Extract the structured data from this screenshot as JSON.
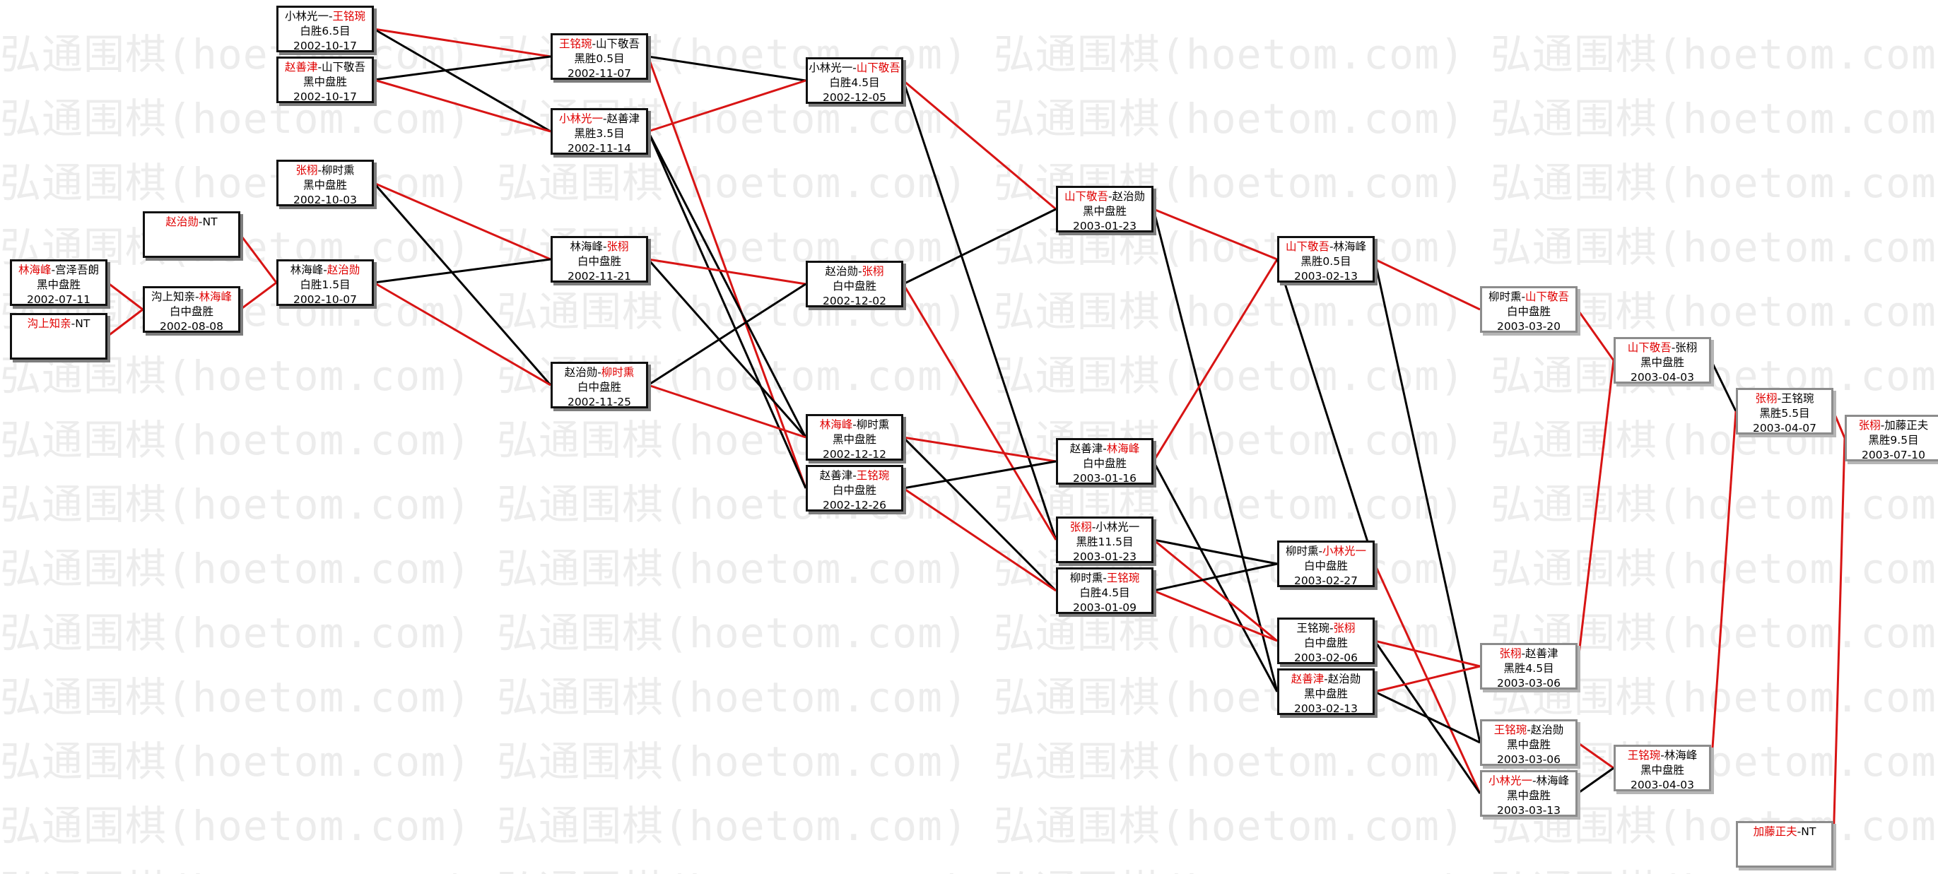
{
  "watermark": "弘通围棋(hoetom.com)",
  "colors": {
    "winner": "#e00000",
    "loser": "#000000",
    "red_line": "#d81414",
    "black_line": "#000000"
  },
  "nodes": [
    {
      "id": "n1",
      "style": "black",
      "p1": "林海峰",
      "p2": "宫泽吾朗",
      "winner": 1,
      "result": "黑中盘胜",
      "date": "2002-07-11"
    },
    {
      "id": "n2",
      "style": "black",
      "p1": "沟上知亲",
      "p2": "NT",
      "winner": 1,
      "result": "",
      "date": ""
    },
    {
      "id": "n3",
      "style": "black",
      "p1": "赵治勋",
      "p2": "NT",
      "winner": 1,
      "result": "",
      "date": ""
    },
    {
      "id": "n4",
      "style": "black",
      "p1": "沟上知亲",
      "p2": "林海峰",
      "winner": 2,
      "result": "白中盘胜",
      "date": "2002-08-08"
    },
    {
      "id": "n5",
      "style": "black",
      "p1": "小林光一",
      "p2": "王铭琬",
      "winner": 2,
      "result": "白胜6.5目",
      "date": "2002-10-17"
    },
    {
      "id": "n6",
      "style": "black",
      "p1": "赵善津",
      "p2": "山下敬吾",
      "winner": 1,
      "result": "黑中盘胜",
      "date": "2002-10-17"
    },
    {
      "id": "n7",
      "style": "black",
      "p1": "张栩",
      "p2": "柳时熏",
      "winner": 1,
      "result": "黑中盘胜",
      "date": "2002-10-03"
    },
    {
      "id": "n8",
      "style": "black",
      "p1": "林海峰",
      "p2": "赵治勋",
      "winner": 2,
      "result": "白胜1.5目",
      "date": "2002-10-07"
    },
    {
      "id": "n9",
      "style": "black",
      "p1": "王铭琬",
      "p2": "山下敬吾",
      "winner": 1,
      "result": "黑胜0.5目",
      "date": "2002-11-07"
    },
    {
      "id": "n10",
      "style": "black",
      "p1": "小林光一",
      "p2": "赵善津",
      "winner": 1,
      "result": "黑胜3.5目",
      "date": "2002-11-14"
    },
    {
      "id": "n11",
      "style": "black",
      "p1": "林海峰",
      "p2": "张栩",
      "winner": 2,
      "result": "白中盘胜",
      "date": "2002-11-21"
    },
    {
      "id": "n12",
      "style": "black",
      "p1": "赵治勋",
      "p2": "柳时熏",
      "winner": 2,
      "result": "白中盘胜",
      "date": "2002-11-25"
    },
    {
      "id": "n13",
      "style": "black",
      "p1": "小林光一",
      "p2": "山下敬吾",
      "winner": 2,
      "result": "白胜4.5目",
      "date": "2002-12-05"
    },
    {
      "id": "n14",
      "style": "black",
      "p1": "赵治勋",
      "p2": "张栩",
      "winner": 2,
      "result": "白中盘胜",
      "date": "2002-12-02"
    },
    {
      "id": "n15",
      "style": "black",
      "p1": "林海峰",
      "p2": "柳时熏",
      "winner": 1,
      "result": "黑中盘胜",
      "date": "2002-12-12"
    },
    {
      "id": "n16",
      "style": "black",
      "p1": "赵善津",
      "p2": "王铭琬",
      "winner": 2,
      "result": "白中盘胜",
      "date": "2002-12-26"
    },
    {
      "id": "n17",
      "style": "black",
      "p1": "山下敬吾",
      "p2": "赵治勋",
      "winner": 1,
      "result": "黑中盘胜",
      "date": "2003-01-23"
    },
    {
      "id": "n18",
      "style": "black",
      "p1": "赵善津",
      "p2": "林海峰",
      "winner": 2,
      "result": "白中盘胜",
      "date": "2003-01-16"
    },
    {
      "id": "n19",
      "style": "black",
      "p1": "张栩",
      "p2": "小林光一",
      "winner": 1,
      "result": "黑胜11.5目",
      "date": "2003-01-23"
    },
    {
      "id": "n20",
      "style": "black",
      "p1": "柳时熏",
      "p2": "王铭琬",
      "winner": 2,
      "result": "白胜4.5目",
      "date": "2003-01-09"
    },
    {
      "id": "n21",
      "style": "black",
      "p1": "山下敬吾",
      "p2": "林海峰",
      "winner": 1,
      "result": "黑胜0.5目",
      "date": "2003-02-13"
    },
    {
      "id": "n22",
      "style": "black",
      "p1": "柳时熏",
      "p2": "小林光一",
      "winner": 2,
      "result": "白中盘胜",
      "date": "2003-02-27"
    },
    {
      "id": "n23",
      "style": "black",
      "p1": "王铭琬",
      "p2": "张栩",
      "winner": 2,
      "result": "白中盘胜",
      "date": "2003-02-06"
    },
    {
      "id": "n24",
      "style": "black",
      "p1": "赵善津",
      "p2": "赵治勋",
      "winner": 1,
      "result": "黑中盘胜",
      "date": "2003-02-13"
    },
    {
      "id": "n25",
      "style": "grey",
      "p1": "柳时熏",
      "p2": "山下敬吾",
      "winner": 2,
      "result": "白中盘胜",
      "date": "2003-03-20"
    },
    {
      "id": "n26",
      "style": "grey",
      "p1": "张栩",
      "p2": "赵善津",
      "winner": 1,
      "result": "黑胜4.5目",
      "date": "2003-03-06"
    },
    {
      "id": "n27",
      "style": "grey",
      "p1": "王铭琬",
      "p2": "赵治勋",
      "winner": 1,
      "result": "黑中盘胜",
      "date": "2003-03-06"
    },
    {
      "id": "n28",
      "style": "grey",
      "p1": "小林光一",
      "p2": "林海峰",
      "winner": 1,
      "result": "黑中盘胜",
      "date": "2003-03-13"
    },
    {
      "id": "n29",
      "style": "grey",
      "p1": "山下敬吾",
      "p2": "张栩",
      "winner": 1,
      "result": "黑中盘胜",
      "date": "2003-04-03"
    },
    {
      "id": "n30",
      "style": "grey",
      "p1": "王铭琬",
      "p2": "林海峰",
      "winner": 1,
      "result": "黑中盘胜",
      "date": "2003-04-03"
    },
    {
      "id": "n31",
      "style": "grey",
      "p1": "张栩",
      "p2": "王铭琬",
      "winner": 1,
      "result": "黑胜5.5目",
      "date": "2003-04-07"
    },
    {
      "id": "n32",
      "style": "grey",
      "p1": "加藤正夫",
      "p2": "NT",
      "winner": 1,
      "result": "",
      "date": ""
    },
    {
      "id": "n33",
      "style": "grey",
      "p1": "张栩",
      "p2": "加藤正夫",
      "winner": 1,
      "result": "黑胜9.5目",
      "date": "2003-07-10"
    }
  ],
  "edges": [
    {
      "from": "n1",
      "to": "n4",
      "color": "red"
    },
    {
      "from": "n2",
      "to": "n4",
      "color": "red"
    },
    {
      "from": "n4",
      "to": "n8",
      "color": "red"
    },
    {
      "from": "n3",
      "to": "n8",
      "color": "red"
    },
    {
      "from": "n5",
      "to": "n9",
      "color": "red"
    },
    {
      "from": "n5",
      "to": "n10",
      "color": "black"
    },
    {
      "from": "n6",
      "to": "n9",
      "color": "black"
    },
    {
      "from": "n6",
      "to": "n10",
      "color": "red"
    },
    {
      "from": "n7",
      "to": "n11",
      "color": "red"
    },
    {
      "from": "n7",
      "to": "n12",
      "color": "black"
    },
    {
      "from": "n8",
      "to": "n11",
      "color": "black"
    },
    {
      "from": "n8",
      "to": "n12",
      "color": "red"
    },
    {
      "from": "n9",
      "to": "n13",
      "color": "black"
    },
    {
      "from": "n10",
      "to": "n13",
      "color": "red"
    },
    {
      "from": "n9",
      "to": "n16",
      "color": "red"
    },
    {
      "from": "n10",
      "to": "n15",
      "color": "black"
    },
    {
      "from": "n10",
      "to": "n16",
      "color": "black"
    },
    {
      "from": "n11",
      "to": "n14",
      "color": "red"
    },
    {
      "from": "n11",
      "to": "n15",
      "color": "black"
    },
    {
      "from": "n12",
      "to": "n14",
      "color": "black"
    },
    {
      "from": "n12",
      "to": "n15",
      "color": "red"
    },
    {
      "from": "n13",
      "to": "n17",
      "color": "red"
    },
    {
      "from": "n13",
      "to": "n19",
      "color": "black"
    },
    {
      "from": "n14",
      "to": "n17",
      "color": "black"
    },
    {
      "from": "n14",
      "to": "n19",
      "color": "red"
    },
    {
      "from": "n15",
      "to": "n18",
      "color": "red"
    },
    {
      "from": "n15",
      "to": "n20",
      "color": "black"
    },
    {
      "from": "n16",
      "to": "n18",
      "color": "black"
    },
    {
      "from": "n16",
      "to": "n20",
      "color": "red"
    },
    {
      "from": "n17",
      "to": "n21",
      "color": "red"
    },
    {
      "from": "n17",
      "to": "n24",
      "color": "black"
    },
    {
      "from": "n18",
      "to": "n21",
      "color": "red"
    },
    {
      "from": "n18",
      "to": "n24",
      "color": "black"
    },
    {
      "from": "n19",
      "to": "n22",
      "color": "black"
    },
    {
      "from": "n19",
      "to": "n23",
      "color": "red"
    },
    {
      "from": "n20",
      "to": "n22",
      "color": "black"
    },
    {
      "from": "n20",
      "to": "n23",
      "color": "red"
    },
    {
      "from": "n21",
      "to": "n25",
      "color": "red"
    },
    {
      "from": "n21",
      "to": "n27",
      "color": "black"
    },
    {
      "from": "n22",
      "to": "n21",
      "color": "black"
    },
    {
      "from": "n22",
      "to": "n28",
      "color": "red"
    },
    {
      "from": "n23",
      "to": "n26",
      "color": "red"
    },
    {
      "from": "n23",
      "to": "n28",
      "color": "black"
    },
    {
      "from": "n24",
      "to": "n26",
      "color": "red"
    },
    {
      "from": "n24",
      "to": "n27",
      "color": "black"
    },
    {
      "from": "n25",
      "to": "n29",
      "color": "red"
    },
    {
      "from": "n26",
      "to": "n29",
      "color": "red"
    },
    {
      "from": "n27",
      "to": "n30",
      "color": "red"
    },
    {
      "from": "n28",
      "to": "n30",
      "color": "black"
    },
    {
      "from": "n29",
      "to": "n31",
      "color": "black"
    },
    {
      "from": "n30",
      "to": "n31",
      "color": "red"
    },
    {
      "from": "n31",
      "to": "n33",
      "color": "red"
    },
    {
      "from": "n32",
      "to": "n33",
      "color": "red"
    }
  ]
}
